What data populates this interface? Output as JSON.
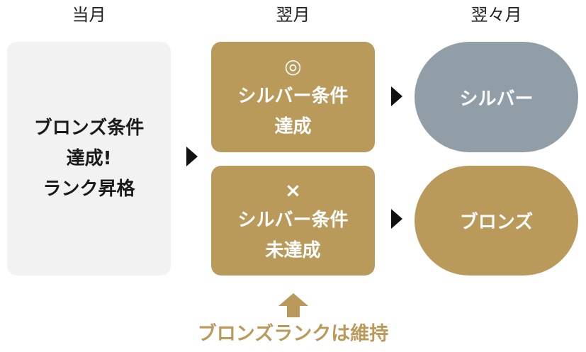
{
  "columns": {
    "current": "当月",
    "next": "翌月",
    "after_next": "翌々月"
  },
  "current_month": {
    "lines": [
      "ブロンズ条件",
      "達成!",
      "ランク昇格"
    ]
  },
  "next_month": {
    "achieved": {
      "symbol": "◎",
      "lines": [
        "シルバー条件",
        "達成"
      ]
    },
    "not_achieved": {
      "symbol": "×",
      "lines": [
        "シルバー条件",
        "未達成"
      ]
    }
  },
  "after_next_month": {
    "silver": "シルバー",
    "bronze": "ブロンズ"
  },
  "note": "ブロンズランクは維持",
  "colors": {
    "gold": "#b99a5b",
    "silver": "#929ea7",
    "light_gray": "#f2f2f2",
    "arrow": "#111111"
  }
}
